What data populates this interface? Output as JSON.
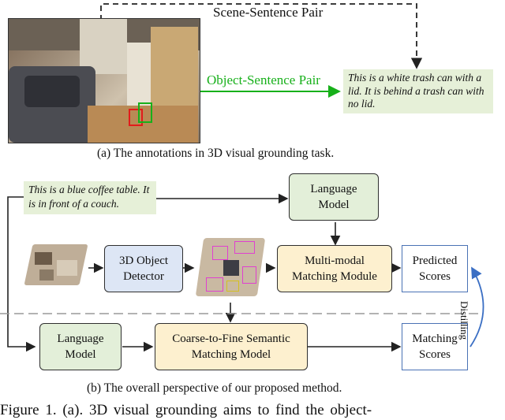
{
  "part_a": {
    "scene_sentence_pair": "Scene-Sentence Pair",
    "object_sentence_pair": "Object-Sentence Pair",
    "description": "This is a white trash can with a lid. It is behind a trash can with no lid.",
    "caption": "(a) The annotations in 3D visual grounding task."
  },
  "part_b": {
    "query": "This is a blue coffee table. It is in front of a couch.",
    "language_model_top": "Language Model",
    "detector": "3D Object Detector",
    "matching_module": "Multi-modal Matching Module",
    "predicted_scores": "Predicted Scores",
    "language_model_bottom": "Language Model",
    "coarse_to_fine": "Coarse-to-Fine Semantic Matching Model",
    "matching_scores": "Matching Scores",
    "distilling": "Distilling",
    "caption": "(b) The overall perspective of our proposed method."
  },
  "figure_caption_partial": "Figure 1. (a).  3D visual grounding aims to find the object-",
  "colors": {
    "green_box": "#e3efd9",
    "blue_box": "#dde6f5",
    "yellow_box": "#fdf0cf",
    "score_border": "#4a72b5",
    "object_pair_green": "#17b01a",
    "distill_blue": "#3b6fc4"
  }
}
